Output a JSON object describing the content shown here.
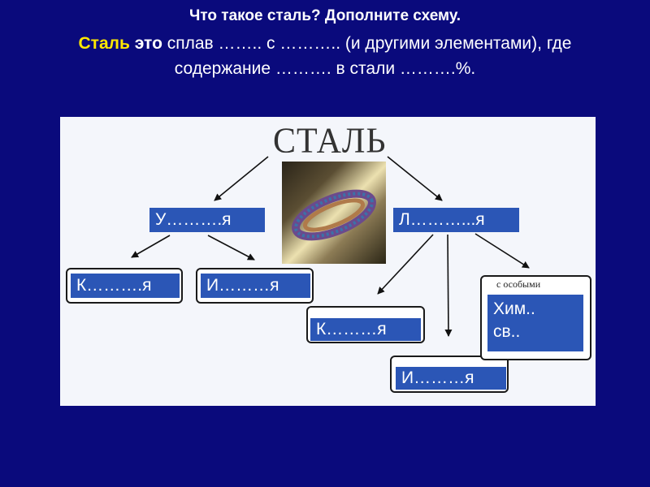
{
  "header": {
    "title": "Что такое сталь? Дополните схему.",
    "line2_yellow": "Сталь",
    "line2_bold": " это",
    "line2_rest": " сплав …….. с ……….. (и другими элементами), где",
    "line3": "содержание ………. в стали ……….%."
  },
  "diagram": {
    "title": "СТАЛЬ",
    "nodes": {
      "carbon": "У……….я",
      "alloy": "Л………...я",
      "carbon_structural": "К……….я",
      "carbon_tool": "И………я",
      "alloy_structural": "К………я",
      "alloy_tool": "И………я",
      "special_label": "с особыми",
      "special_value_1": "Хим..",
      "special_value_2": "св.."
    }
  },
  "colors": {
    "background": "#0a0a7c",
    "header_accent": "#ffe800",
    "box_fill": "#2b56b6",
    "panel": "#f4f6fb"
  }
}
